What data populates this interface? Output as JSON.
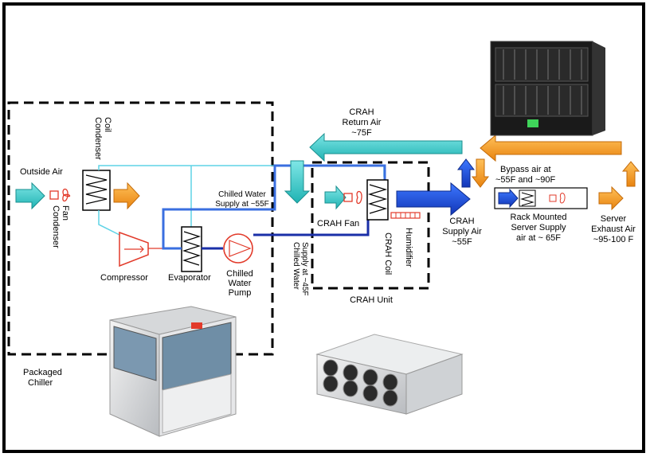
{
  "colors": {
    "cyan_arrow": "#2cc6c6",
    "orange_arrow": "#f39a1e",
    "blue_arrow": "#1f4fd6",
    "chilled_supply_line": "#3a6fe0",
    "chilled_return_line": "#1a2fa8",
    "condenser_line": "#5fd3e6",
    "red_component": "#e23a2a",
    "box_border": "#000000"
  },
  "labels": {
    "outside_air": "Outside Air",
    "condenser_coil": "Condenser Coil",
    "condenser_fan": "Condenser Fan",
    "compressor": "Compressor",
    "evaporator": "Evaporator",
    "chilled_water_pump": [
      "Chilled",
      "Water",
      "Pump"
    ],
    "chilled_water_supply_55": [
      "Chilled Water",
      "Supply at ~55F"
    ],
    "chilled_water_supply_45": [
      "Chilled Water",
      "Supply at ~45F"
    ],
    "crah_return_air": [
      "CRAH",
      "Return Air",
      "~75F"
    ],
    "crah_fan": "CRAH Fan",
    "crah_coil": "CRAH Coil",
    "humidifier": "Humidifier",
    "crah_unit": "CRAH Unit",
    "crah_supply_air": [
      "CRAH",
      "Supply Air",
      "~55F"
    ],
    "bypass_air": [
      "Bypass air at",
      "~55F and ~90F"
    ],
    "rack_mounted": [
      "Rack Mounted",
      "Server Supply",
      "air at ~ 65F"
    ],
    "server_exhaust": [
      "Server",
      "Exhaust Air",
      "~95-100 F"
    ],
    "packaged_chiller": [
      "Packaged",
      "Chiller"
    ]
  },
  "icons": [
    "fan-icon",
    "coil-icon",
    "compressor-icon",
    "pump-icon",
    "server-rack-icon",
    "chiller-unit-icon",
    "crah-unit-icon"
  ]
}
